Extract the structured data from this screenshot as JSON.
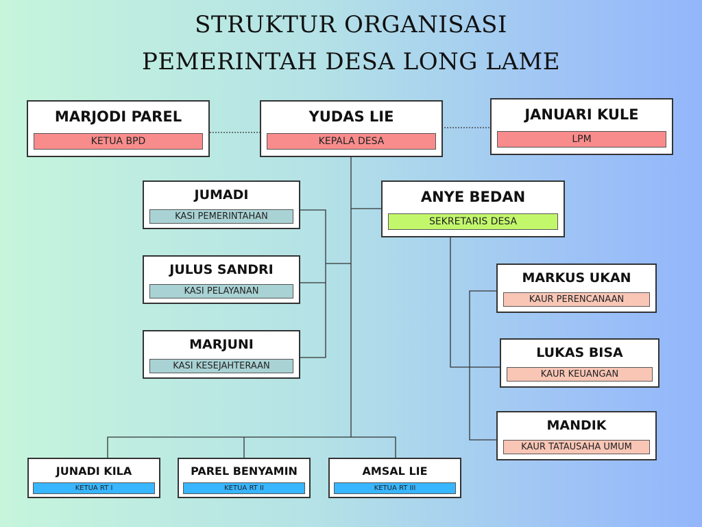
{
  "title": {
    "line1": "STRUKTUR ORGANISASI",
    "line2": "PEMERINTAH DESA LONG LAME"
  },
  "colors": {
    "red": "#f88c8c",
    "green": "#c2f76c",
    "teal": "#a9d2d4",
    "peach": "#f9c6b6",
    "blue": "#38b6ff"
  },
  "nodes": {
    "ketua_bpd": {
      "name": "MARJODI PAREL",
      "role": "KETUA BPD"
    },
    "kepala_desa": {
      "name": "YUDAS LIE",
      "role": "KEPALA DESA"
    },
    "lpm": {
      "name": "JANUARI KULE",
      "role": "LPM"
    },
    "kasi_pemerintahan": {
      "name": "JUMADI",
      "role": "KASI PEMERINTAHAN"
    },
    "kasi_pelayanan": {
      "name": "JULUS SANDRI",
      "role": "KASI PELAYANAN"
    },
    "kasi_kesejahteraan": {
      "name": "MARJUNI",
      "role": "KASI KESEJAHTERAAN"
    },
    "sekretaris": {
      "name": "ANYE BEDAN",
      "role": "SEKRETARIS DESA"
    },
    "kaur_perencanaan": {
      "name": "MARKUS UKAN",
      "role": "KAUR PERENCANAAN"
    },
    "kaur_keuangan": {
      "name": "LUKAS BISA",
      "role": "KAUR KEUANGAN"
    },
    "kaur_tatausaha": {
      "name": "MANDIK",
      "role": "KAUR TATAUSAHA UMUM"
    },
    "rt1": {
      "name": "JUNADI KILA",
      "role": "KETUA RT I"
    },
    "rt2": {
      "name": "PAREL BENYAMIN",
      "role": "KETUA RT II"
    },
    "rt3": {
      "name": "AMSAL LIE",
      "role": "KETUA RT III"
    }
  }
}
